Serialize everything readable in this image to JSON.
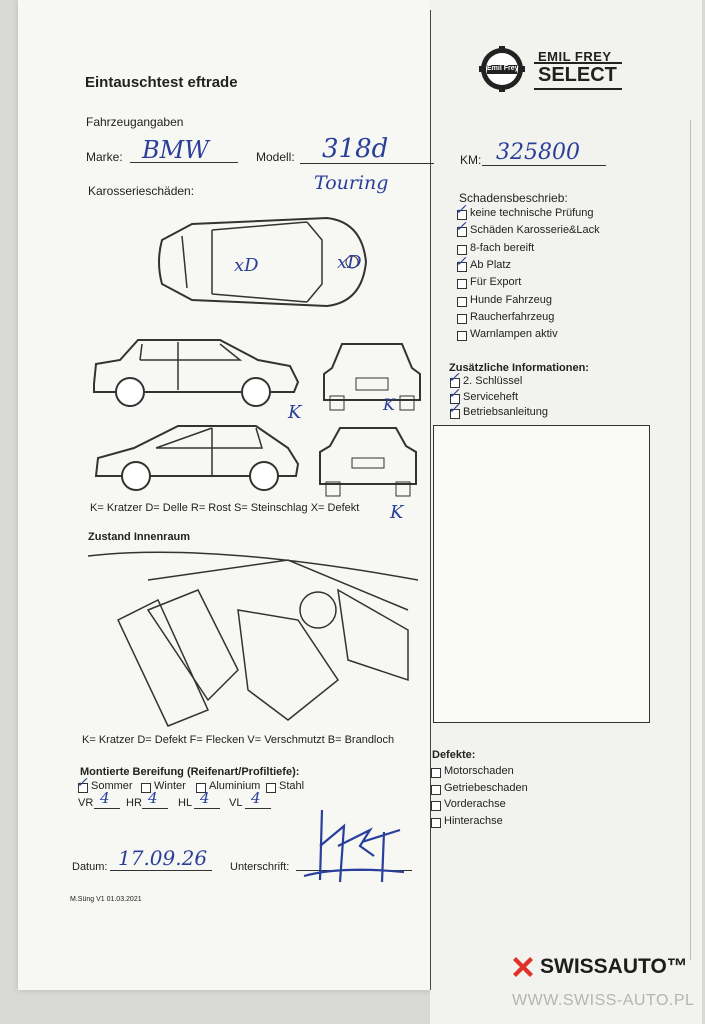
{
  "header": {
    "form_title": "Eintauschtest eftrade",
    "logo_badge_text": "Emil Frey",
    "logo_brand_line1": "EMIL FREY",
    "logo_brand_line2": "SELECT"
  },
  "vehicle": {
    "section_label": "Fahrzeugangaben",
    "make_label": "Marke:",
    "make_value": "BMW",
    "model_label": "Modell:",
    "model_value": "318d",
    "model_value_2": "Touring",
    "km_label": "KM:",
    "km_value": "325800"
  },
  "body_damage": {
    "section_label": "Karosserieschäden:",
    "legend": "K= Kratzer D= Delle R= Rost S= Steinschlag X= Defekt",
    "marks": [
      "xD",
      "xD",
      "K",
      "K",
      "K"
    ]
  },
  "damage_description": {
    "section_label": "Schadensbeschrieb:",
    "items": [
      {
        "label": "keine technische Prüfung",
        "checked": true
      },
      {
        "label": "Schäden Karosserie&Lack",
        "checked": true
      },
      {
        "label": "8-fach bereift",
        "checked": false
      },
      {
        "label": "Ab Platz",
        "checked": true
      },
      {
        "label": "Für Export",
        "checked": false
      },
      {
        "label": "Hunde Fahrzeug",
        "checked": false
      },
      {
        "label": "Raucherfahrzeug",
        "checked": false
      },
      {
        "label": "Warnlampen aktiv",
        "checked": false
      }
    ]
  },
  "additional_info": {
    "section_label": "Zusätzliche Informationen:",
    "items": [
      {
        "label": "2. Schlüssel",
        "checked": true
      },
      {
        "label": "Serviceheft",
        "checked": true
      },
      {
        "label": "Betriebsanleitung",
        "checked": true
      }
    ]
  },
  "interior": {
    "section_label": "Zustand Innenraum",
    "legend": "K= Kratzer D= Defekt F= Flecken V= Verschmutzt B= Brandloch"
  },
  "tires": {
    "section_label": "Montierte Bereifung (Reifenart/Profiltiefe):",
    "options": [
      {
        "label": "Sommer",
        "checked": true
      },
      {
        "label": "Winter",
        "checked": false
      },
      {
        "label": "Aluminium",
        "checked": false
      },
      {
        "label": "Stahl",
        "checked": false
      }
    ],
    "positions": [
      {
        "label": "VR",
        "value": "4"
      },
      {
        "label": "HR",
        "value": "4"
      },
      {
        "label": "HL",
        "value": "4"
      },
      {
        "label": "VL",
        "value": "4"
      }
    ]
  },
  "defects": {
    "section_label": "Defekte:",
    "items": [
      {
        "label": "Motorschaden",
        "checked": false
      },
      {
        "label": "Getriebeschaden",
        "checked": false
      },
      {
        "label": "Vorderachse",
        "checked": false
      },
      {
        "label": "Hinterachse",
        "checked": false
      }
    ]
  },
  "footer": {
    "date_label": "Datum:",
    "date_value": "17.09.26",
    "signature_label": "Unterschrift:",
    "form_version": "M.Süng V1 01.03.2021"
  },
  "watermark": {
    "brand": "SWISSAUTO™",
    "url": "WWW.SWISS-AUTO.PL"
  },
  "colors": {
    "ink": "#2a3f9a",
    "watermark_red": "#e0312b"
  }
}
